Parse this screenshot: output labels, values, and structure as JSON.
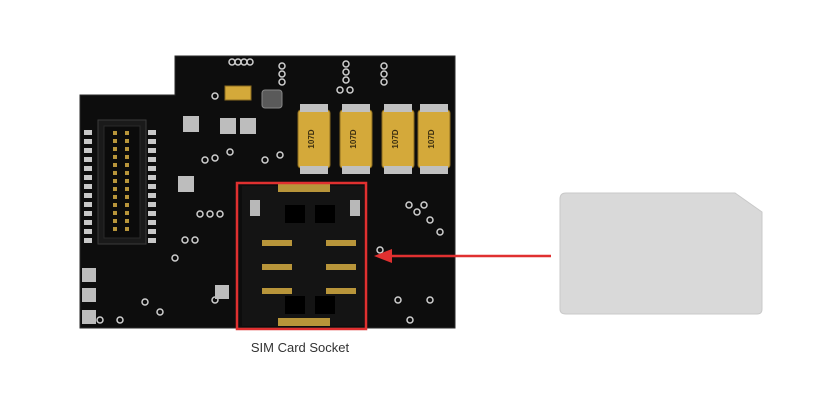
{
  "caption": "SIM Card Socket",
  "colors": {
    "board": "#0d0d0d",
    "highlight": "#e03030",
    "arrow": "#e03030",
    "sim_card": "#d9d9d9",
    "capacitor": "#d4a93a",
    "pad": "#c8c8c8",
    "gold": "#b8953a"
  },
  "capacitors": [
    {
      "label": "107D"
    },
    {
      "label": "107D"
    },
    {
      "label": "107D"
    },
    {
      "label": "107D"
    }
  ]
}
